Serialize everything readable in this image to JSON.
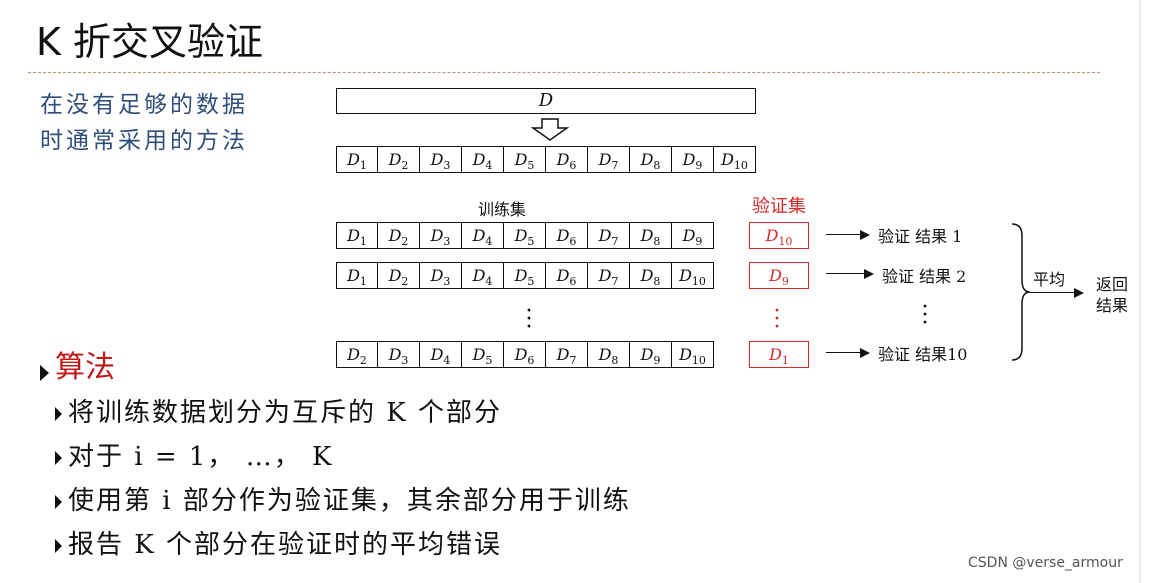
{
  "slide": {
    "title": "K 折交叉验证",
    "note_lines": [
      "在没有足够的数据",
      "时通常采用的方法"
    ],
    "watermark": "CSDN @verse_armour"
  },
  "diagram": {
    "full_label": "D",
    "partition_cells": [
      "1",
      "2",
      "3",
      "4",
      "5",
      "6",
      "7",
      "8",
      "9",
      "10"
    ],
    "train_header": "训练集",
    "valid_header": "验证集",
    "rows": [
      {
        "train": [
          "1",
          "2",
          "3",
          "4",
          "5",
          "6",
          "7",
          "8",
          "9"
        ],
        "valid": "10",
        "result": "验证  结果 1"
      },
      {
        "train": [
          "1",
          "2",
          "3",
          "4",
          "5",
          "6",
          "7",
          "8",
          "10"
        ],
        "valid": "9",
        "result": "验证  结果 2"
      },
      {
        "train": [
          "2",
          "3",
          "4",
          "5",
          "6",
          "7",
          "8",
          "9",
          "10"
        ],
        "valid": "1",
        "result": "验证  结果10"
      }
    ],
    "average_label": "平均",
    "return_label_1": "返回",
    "return_label_2": "结果"
  },
  "algorithm": {
    "heading": "算法",
    "steps": [
      "将训练数据划分为互斥的 K 个部分",
      "对于 i = 1， …， K",
      "使用第 i 部分作为验证集，其余部分用于训练",
      "报告 K 个部分在验证时的平均错误"
    ]
  }
}
